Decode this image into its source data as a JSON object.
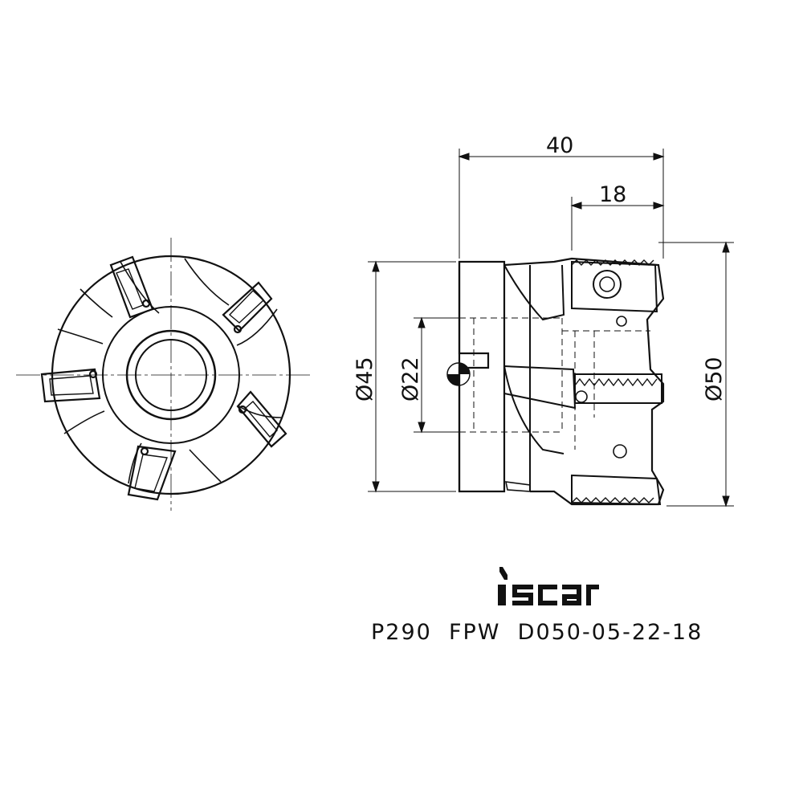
{
  "dimensions": {
    "overall_length": "40",
    "insert_length": "18",
    "body_diameter": "Ø45",
    "bore_diameter": "Ø22",
    "cutting_diameter": "Ø50"
  },
  "brand": {
    "logo_text": "iscar"
  },
  "part_number": "P290  FPW  D050-05-22-18",
  "colors": {
    "line": "#111111",
    "background": "#ffffff",
    "watermark": "#e6e6e6"
  }
}
